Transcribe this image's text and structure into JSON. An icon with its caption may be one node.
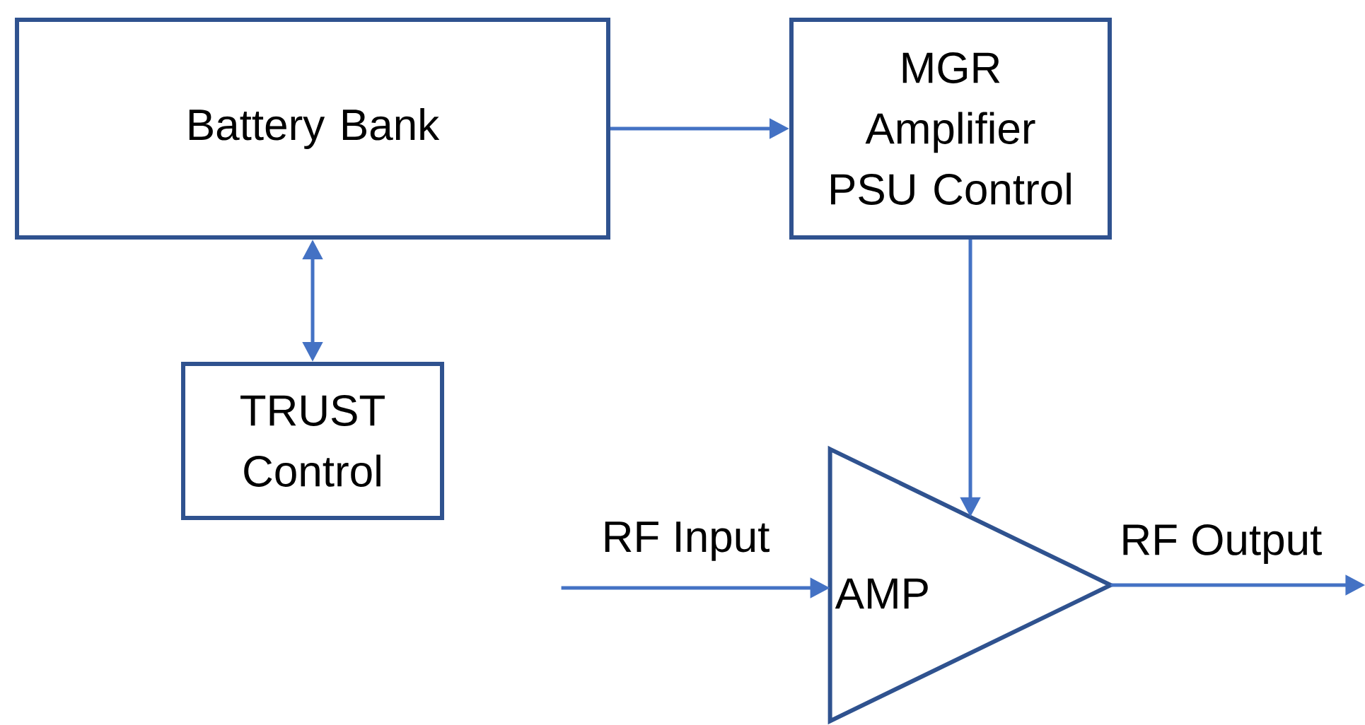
{
  "diagram": {
    "nodes": [
      {
        "text": [
          "Battery Bank"
        ]
      },
      {
        "text": [
          "MGR Amplifier PSU Control"
        ]
      },
      {
        "text": [
          "TRUST Control"
        ]
      },
      {
        "text": [
          "AMP"
        ]
      }
    ],
    "edges": [
      {
        "from": 0,
        "to": 1,
        "arrow": "to"
      },
      {
        "from": 0,
        "to": 2,
        "arrow": "both"
      },
      {
        "from": 1,
        "to": 3,
        "arrow": "to"
      },
      {
        "from": null,
        "to": 3,
        "arrow": "to",
        "label": "RF Input"
      },
      {
        "from": 3,
        "to": null,
        "arrow": "to",
        "label": "RF Output"
      }
    ]
  }
}
